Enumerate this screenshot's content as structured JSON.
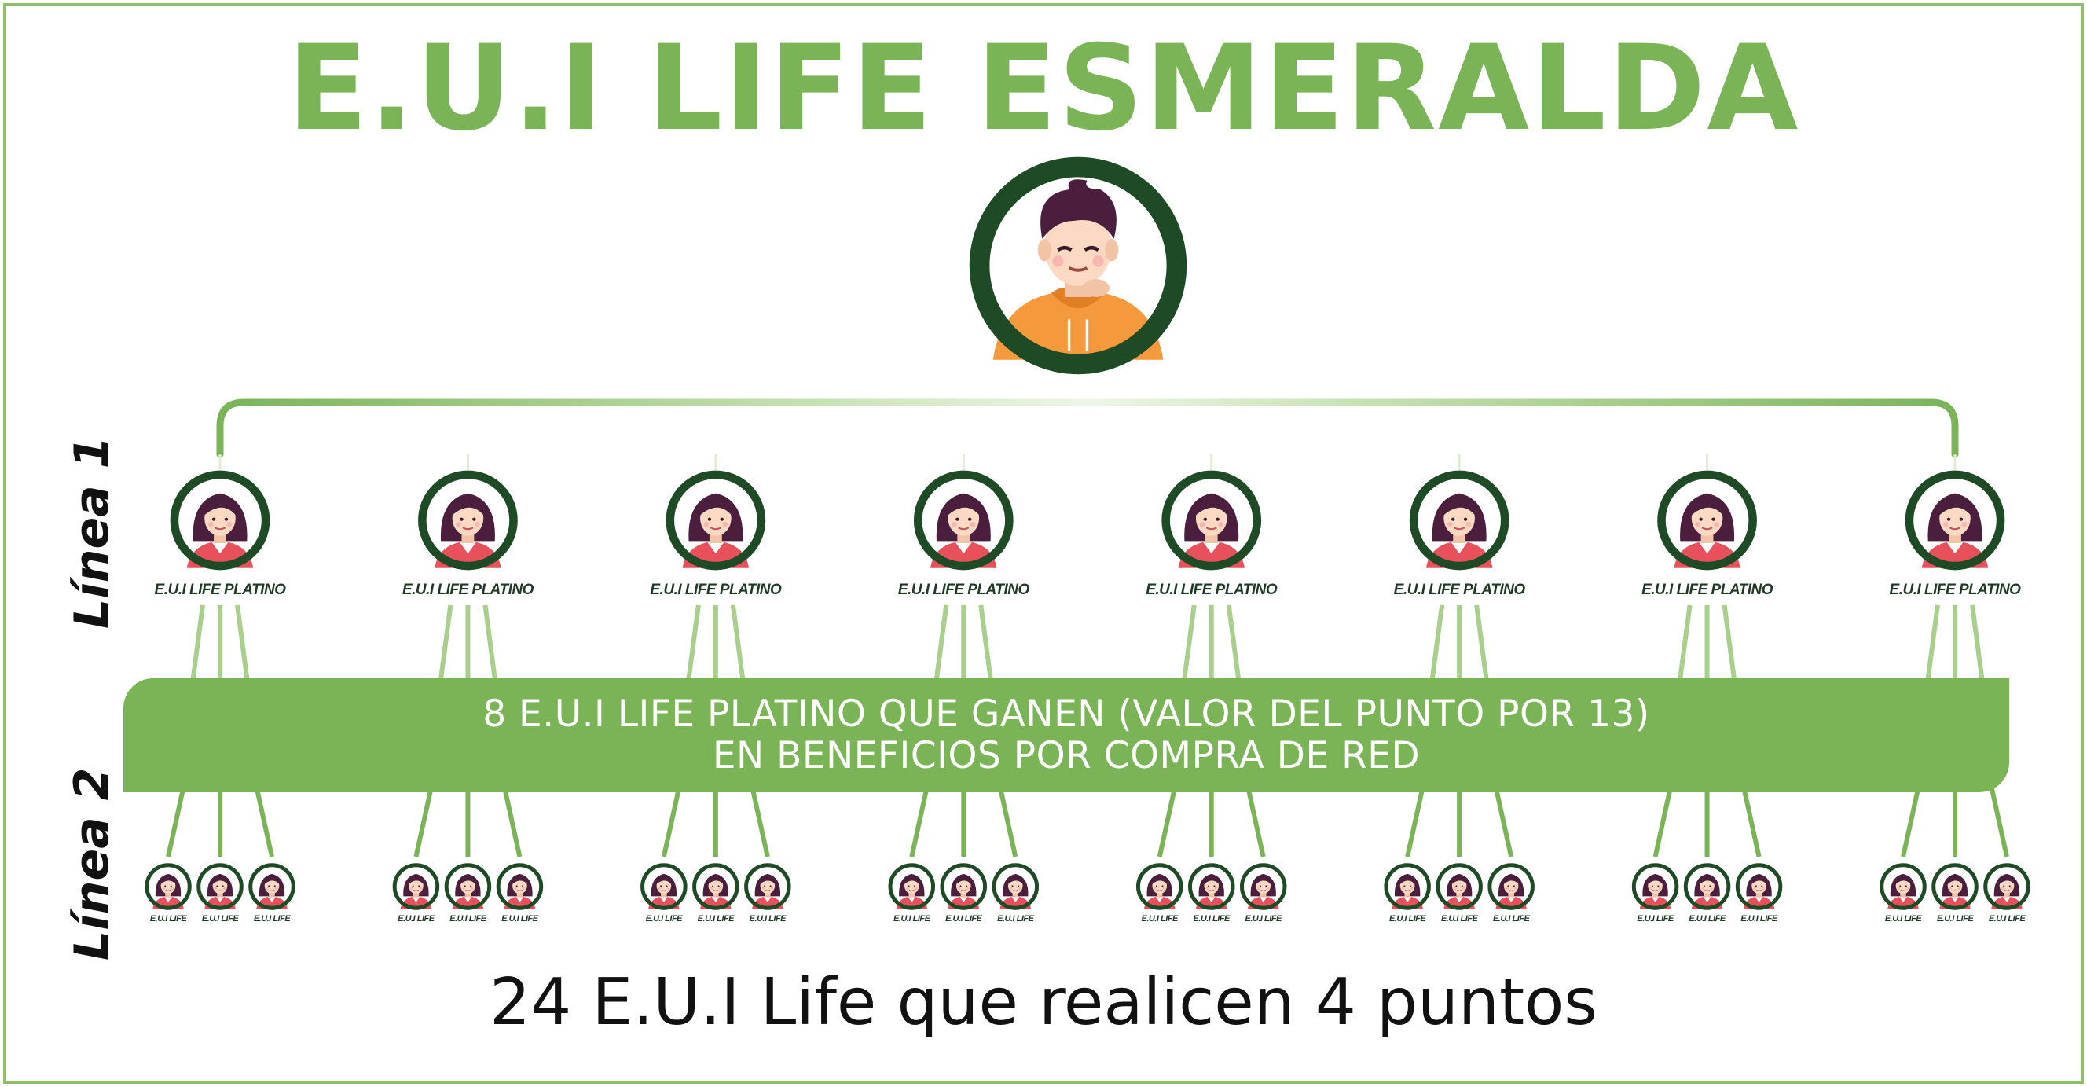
{
  "title": "E.U.I LIFE ESMERALDA",
  "line1": {
    "label": "Línea 1",
    "node_label": "E.U.I LIFE PLATINO",
    "count": 8
  },
  "line2": {
    "label": "Línea 2",
    "node_label": "E.U.I LIFE",
    "per_parent": 3
  },
  "banner": {
    "line1": "8 E.U.I LIFE PLATINO QUE GANEN (VALOR DEL PUNTO POR 13)",
    "line2": "EN BENEFICIOS POR COMPRA DE RED"
  },
  "footer": "24 E.U.I Life que realicen 4 puntos",
  "colors": {
    "brand_green": "#7ab457",
    "light_green": "#a8cf8c",
    "dark_green": "#1f4a26",
    "shirt_orange": "#f59a3c",
    "top_red": "#e8505b",
    "hair": "#4a1e3c",
    "skin": "#fcd9c2"
  },
  "icons": {
    "root": "man-avatar-icon",
    "node": "woman-avatar-icon"
  }
}
